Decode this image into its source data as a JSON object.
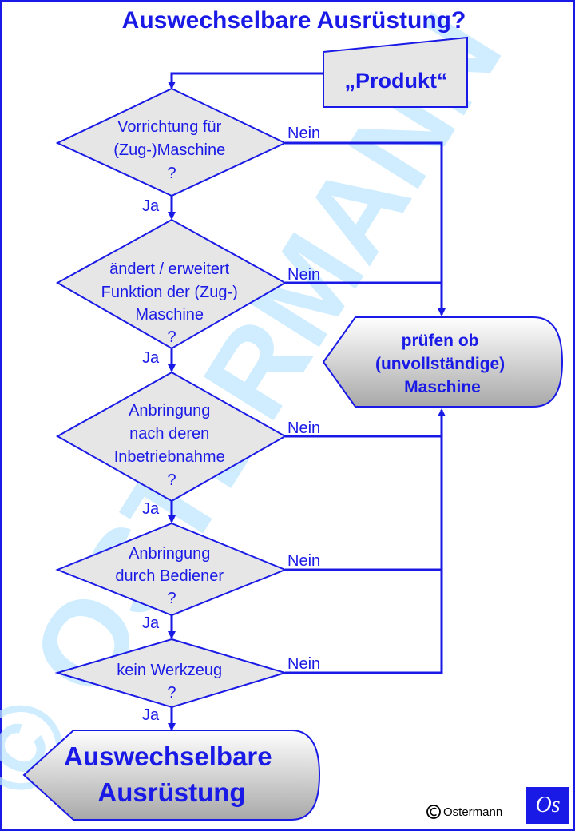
{
  "title": "Auswechselbare Ausrüstung?",
  "watermark": "© OSTERMANN",
  "start": "„Produkt“",
  "decisions": [
    {
      "lines": [
        "Vorrichtung für",
        "(Zug-)Maschine",
        "?"
      ],
      "no": "Nein",
      "yes": "Ja"
    },
    {
      "lines": [
        "ändert / erweitert",
        "Funktion der (Zug-)",
        "Maschine",
        "?"
      ],
      "no": "Nein",
      "yes": "Ja"
    },
    {
      "lines": [
        "Anbringung",
        "nach deren",
        "Inbetriebnahme",
        "?"
      ],
      "no": "Nein",
      "yes": "Ja"
    },
    {
      "lines": [
        "Anbringung",
        "durch Bediener",
        "?"
      ],
      "no": "Nein",
      "yes": "Ja"
    },
    {
      "lines": [
        "kein Werkzeug",
        "?"
      ],
      "no": "Nein",
      "yes": "Ja"
    }
  ],
  "check_box": {
    "lines": [
      "prüfen ob",
      "(unvollständige)",
      "Maschine"
    ]
  },
  "result": {
    "lines": [
      "Auswechselbare",
      "Ausrüstung"
    ]
  },
  "copyright": "Ostermann",
  "logo": "Os",
  "colors": {
    "line": "#1a1ae6",
    "fill": "#e6e6e6",
    "watermark": "#bfe8ff"
  }
}
